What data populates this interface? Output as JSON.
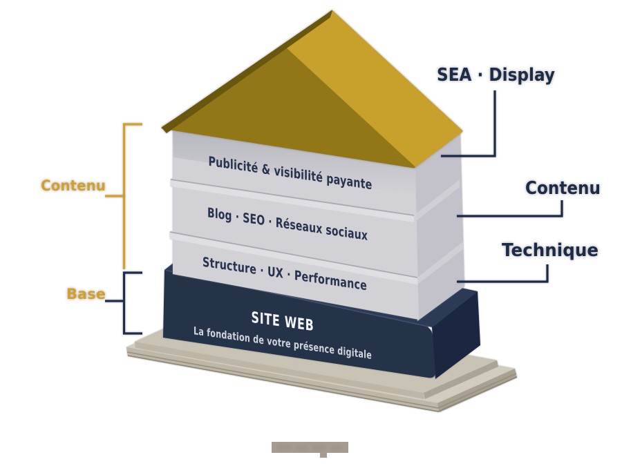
{
  "house": {
    "layers": [
      {
        "label": "Publicité & visibilité payante"
      },
      {
        "label": "Blog · SEO · Réseaux sociaux"
      },
      {
        "label": "Structure · UX · Performance"
      }
    ],
    "base": {
      "title": "SITE WEB",
      "subtitle": "La fondation de votre présence digitale"
    }
  },
  "annotations": {
    "right": [
      {
        "text": "SEA · Display"
      },
      {
        "text": "Contenu"
      },
      {
        "text": "Technique"
      }
    ],
    "left": [
      {
        "text": "Contenu"
      },
      {
        "text": "Base"
      }
    ]
  },
  "watermark": {
    "text": ""
  },
  "colors": {
    "roof_bright": "#c8a12d",
    "roof_dark": "#917718",
    "roof_edge": "#6a570e",
    "slab_front": "#d2d1d6",
    "slab_side": "#c3c2ca",
    "slab_separator": "#dfdee3",
    "slab_text": "#27334e",
    "base_front": "#253349",
    "base_side": "#1b2740",
    "base_top": "#2b3a55",
    "base_text": "#f3f4f6",
    "platform_top": "#d2ccbf",
    "platform_front": "#beb7a8",
    "platform_side": "#a8a090",
    "gold": "#d2a02f",
    "navy": "#1c2b47",
    "watermark_gray": "#a59c8f"
  }
}
